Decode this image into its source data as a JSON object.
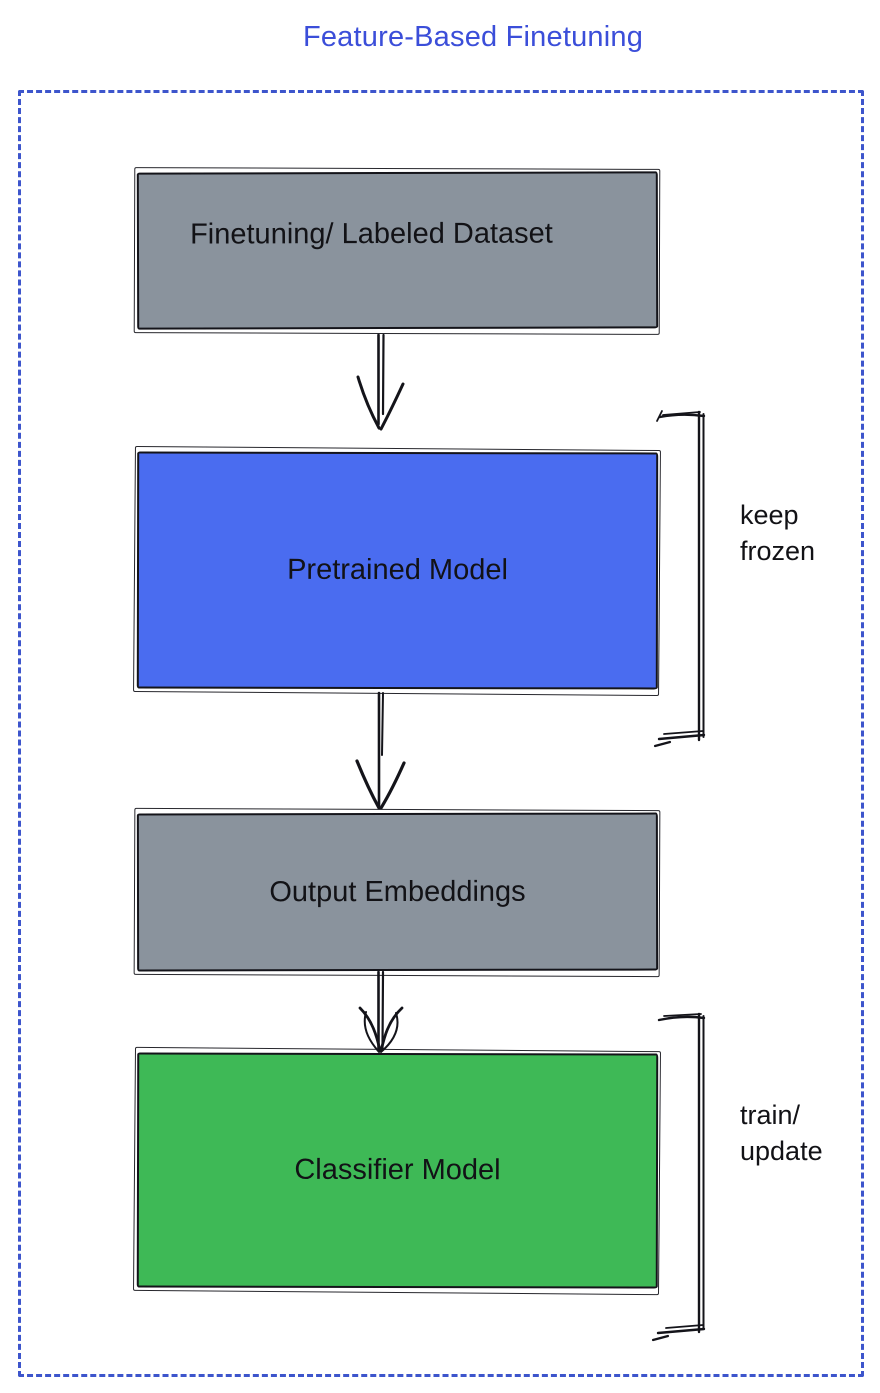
{
  "title": {
    "text": "Feature-Based Finetuning",
    "color": "#3b4ed9"
  },
  "frame": {
    "border_color": "#3d55cc",
    "background": "#ffffff",
    "style": "dashed"
  },
  "stroke_color": "#14141a",
  "nodes": [
    {
      "id": "finetuning-dataset",
      "label": "Finetuning/ Labeled Dataset",
      "fill": "#8a939d",
      "text_color": "#121216"
    },
    {
      "id": "pretrained-model",
      "label": "Pretrained Model",
      "fill": "#4a6cf0",
      "text_color": "#121216"
    },
    {
      "id": "output-embeddings",
      "label": "Output Embeddings",
      "fill": "#8a939d",
      "text_color": "#121216"
    },
    {
      "id": "classifier-model",
      "label": "Classifier Model",
      "fill": "#3eb956",
      "text_color": "#121216"
    }
  ],
  "edges": [
    {
      "from": "finetuning-dataset",
      "to": "pretrained-model"
    },
    {
      "from": "pretrained-model",
      "to": "output-embeddings"
    },
    {
      "from": "output-embeddings",
      "to": "classifier-model"
    }
  ],
  "annotations": [
    {
      "id": "keep-frozen",
      "target": "pretrained-model",
      "lines": [
        "keep",
        "frozen"
      ]
    },
    {
      "id": "train-update",
      "target": "classifier-model",
      "lines": [
        "train/",
        "update"
      ]
    }
  ]
}
